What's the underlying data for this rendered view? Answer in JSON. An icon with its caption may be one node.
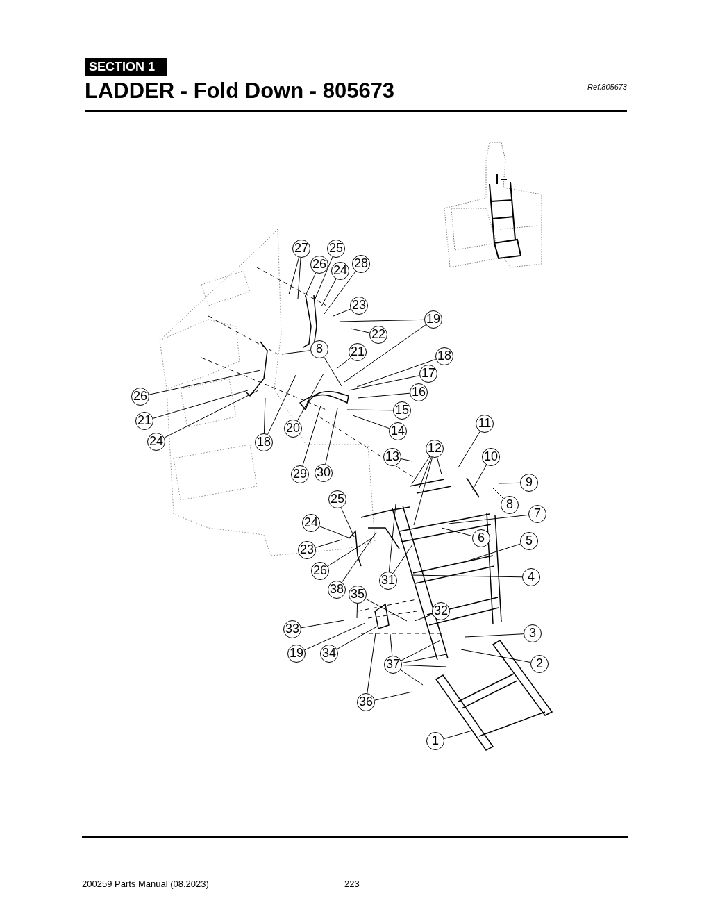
{
  "diagram": {
    "title": "LADDER - Fold Down - 805673",
    "nodes": [
      {
        "text": [
          "27"
        ]
      },
      {
        "text": [
          "25"
        ]
      },
      {
        "text": [
          "26"
        ]
      },
      {
        "text": [
          "24"
        ]
      },
      {
        "text": [
          "28"
        ]
      },
      {
        "text": [
          "23"
        ]
      },
      {
        "text": [
          "19"
        ]
      },
      {
        "text": [
          "22"
        ]
      },
      {
        "text": [
          "8"
        ]
      },
      {
        "text": [
          "21"
        ]
      },
      {
        "text": [
          "18"
        ]
      },
      {
        "text": [
          "17"
        ]
      },
      {
        "text": [
          "16"
        ]
      },
      {
        "text": [
          "26"
        ]
      },
      {
        "text": [
          "15"
        ]
      },
      {
        "text": [
          "21"
        ]
      },
      {
        "text": [
          "11"
        ]
      },
      {
        "text": [
          "20"
        ]
      },
      {
        "text": [
          "14"
        ]
      },
      {
        "text": [
          "24"
        ]
      },
      {
        "text": [
          "18"
        ]
      },
      {
        "text": [
          "12"
        ]
      },
      {
        "text": [
          "13"
        ]
      },
      {
        "text": [
          "10"
        ]
      },
      {
        "text": [
          "29"
        ]
      },
      {
        "text": [
          "30"
        ]
      },
      {
        "text": [
          "9"
        ]
      },
      {
        "text": [
          "25"
        ]
      },
      {
        "text": [
          "8"
        ]
      },
      {
        "text": [
          "7"
        ]
      },
      {
        "text": [
          "24"
        ]
      },
      {
        "text": [
          "5"
        ]
      },
      {
        "text": [
          "6"
        ]
      },
      {
        "text": [
          "23"
        ]
      },
      {
        "text": [
          "26"
        ]
      },
      {
        "text": [
          "4"
        ]
      },
      {
        "text": [
          "31"
        ]
      },
      {
        "text": [
          "38"
        ]
      },
      {
        "text": [
          "35"
        ]
      },
      {
        "text": [
          "32"
        ]
      },
      {
        "text": [
          "33"
        ]
      },
      {
        "text": [
          "3"
        ]
      },
      {
        "text": [
          "19"
        ]
      },
      {
        "text": [
          "34"
        ]
      },
      {
        "text": [
          "2"
        ]
      },
      {
        "text": [
          "37"
        ]
      },
      {
        "text": [
          "36"
        ]
      },
      {
        "text": [
          "1"
        ]
      }
    ],
    "edges": [
      {
        "from": 0,
        "to": null,
        "arrow": "none"
      },
      {
        "from": 0,
        "to": null,
        "arrow": "none"
      },
      {
        "from": 1,
        "to": null,
        "arrow": "none"
      },
      {
        "from": 2,
        "to": null,
        "arrow": "none"
      },
      {
        "from": 3,
        "to": null,
        "arrow": "none"
      },
      {
        "from": 4,
        "to": null,
        "arrow": "none"
      },
      {
        "from": 5,
        "to": null,
        "arrow": "none"
      },
      {
        "from": 6,
        "to": null,
        "arrow": "none"
      },
      {
        "from": 6,
        "to": null,
        "arrow": "none"
      },
      {
        "from": 7,
        "to": null,
        "arrow": "none"
      },
      {
        "from": 8,
        "to": null,
        "arrow": "none"
      },
      {
        "from": 8,
        "to": null,
        "arrow": "none"
      },
      {
        "from": 9,
        "to": null,
        "arrow": "none"
      },
      {
        "from": 10,
        "to": null,
        "arrow": "none"
      },
      {
        "from": 11,
        "to": null,
        "arrow": "none"
      },
      {
        "from": 12,
        "to": null,
        "arrow": "none"
      },
      {
        "from": 13,
        "to": null,
        "arrow": "none"
      },
      {
        "from": 14,
        "to": null,
        "arrow": "none"
      },
      {
        "from": 15,
        "to": null,
        "arrow": "none"
      },
      {
        "from": 16,
        "to": null,
        "arrow": "none"
      },
      {
        "from": 17,
        "to": null,
        "arrow": "none"
      },
      {
        "from": 18,
        "to": null,
        "arrow": "none"
      },
      {
        "from": 19,
        "to": null,
        "arrow": "none"
      },
      {
        "from": 20,
        "to": null,
        "arrow": "none"
      },
      {
        "from": 20,
        "to": null,
        "arrow": "none"
      },
      {
        "from": 21,
        "to": null,
        "arrow": "none"
      },
      {
        "from": 21,
        "to": null,
        "arrow": "none"
      },
      {
        "from": 21,
        "to": null,
        "arrow": "none"
      },
      {
        "from": 21,
        "to": null,
        "arrow": "none"
      },
      {
        "from": 22,
        "to": null,
        "arrow": "none"
      },
      {
        "from": 23,
        "to": null,
        "arrow": "none"
      },
      {
        "from": 24,
        "to": null,
        "arrow": "none"
      },
      {
        "from": 25,
        "to": null,
        "arrow": "none"
      },
      {
        "from": 26,
        "to": null,
        "arrow": "none"
      },
      {
        "from": 27,
        "to": null,
        "arrow": "none"
      },
      {
        "from": 28,
        "to": null,
        "arrow": "none"
      },
      {
        "from": 29,
        "to": null,
        "arrow": "none"
      },
      {
        "from": 30,
        "to": null,
        "arrow": "none"
      },
      {
        "from": 31,
        "to": null,
        "arrow": "none"
      },
      {
        "from": 32,
        "to": null,
        "arrow": "none"
      },
      {
        "from": 33,
        "to": null,
        "arrow": "none"
      },
      {
        "from": 34,
        "to": null,
        "arrow": "none"
      },
      {
        "from": 35,
        "to": null,
        "arrow": "none"
      },
      {
        "from": 36,
        "to": null,
        "arrow": "none"
      },
      {
        "from": 36,
        "to": null,
        "arrow": "none"
      },
      {
        "from": 37,
        "to": null,
        "arrow": "none"
      },
      {
        "from": 38,
        "to": null,
        "arrow": "none"
      },
      {
        "from": 38,
        "to": null,
        "arrow": "none"
      },
      {
        "from": 39,
        "to": null,
        "arrow": "none"
      },
      {
        "from": 40,
        "to": null,
        "arrow": "none"
      },
      {
        "from": 41,
        "to": null,
        "arrow": "none"
      },
      {
        "from": 42,
        "to": null,
        "arrow": "none"
      },
      {
        "from": 43,
        "to": null,
        "arrow": "none"
      },
      {
        "from": 44,
        "to": null,
        "arrow": "none"
      },
      {
        "from": 45,
        "to": null,
        "arrow": "none"
      },
      {
        "from": 45,
        "to": null,
        "arrow": "none"
      },
      {
        "from": 45,
        "to": null,
        "arrow": "none"
      },
      {
        "from": 45,
        "to": null,
        "arrow": "none"
      },
      {
        "from": 45,
        "to": null,
        "arrow": "none"
      },
      {
        "from": 46,
        "to": null,
        "arrow": "none"
      },
      {
        "from": 46,
        "to": null,
        "arrow": "none"
      },
      {
        "from": 47,
        "to": null,
        "arrow": "none"
      }
    ],
    "labels": [
      "SECTION 1",
      "Ref.805673",
      "200259 Parts Manual (08.2023)",
      "223"
    ]
  }
}
